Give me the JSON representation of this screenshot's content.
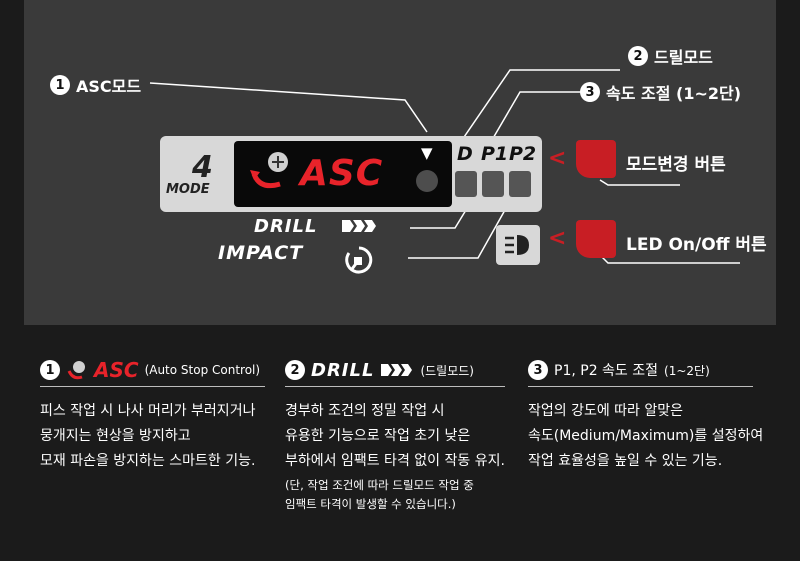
{
  "callouts": {
    "asc": {
      "num": "1",
      "label": "ASC모드"
    },
    "drill": {
      "num": "2",
      "label": "드릴모드"
    },
    "speed": {
      "num": "3",
      "label": "속도 조절 (1~2단)"
    }
  },
  "panel": {
    "mode_number": "4",
    "mode_word": "MODE",
    "lcd_text": "ASC",
    "arrow_glyph": "▼",
    "slots": [
      "D",
      "P1",
      "P2"
    ],
    "drill_label": "DRILL",
    "impact_label": "IMPACT"
  },
  "buttons": {
    "mode_change": "모드변경 버튼",
    "led": "LED On/Off 버튼"
  },
  "columns": [
    {
      "num": "1",
      "title": "ASC",
      "subtitle": "(Auto Stop Control)",
      "lines": [
        "피스 작업 시 나사 머리가 부러지거나",
        "뭉개지는 현상을 방지하고",
        "모재 파손을 방지하는 스마트한 기능."
      ]
    },
    {
      "num": "2",
      "title": "DRILL",
      "subtitle": "(드릴모드)",
      "lines": [
        "경부하 조건의 정밀 작업 시",
        "유용한 기능으로 작업 초기 낮은",
        "부하에서 임팩트 타격 없이 작동 유지."
      ],
      "note": [
        "(단, 작업 조건에 따라 드릴모드 작업 중",
        "임팩트 타격이 발생할 수 있습니다.)"
      ]
    },
    {
      "num": "3",
      "title": "P1, P2 속도 조절",
      "subtitle": "(1~2단)",
      "lines": [
        "작업의 강도에 따라 알맞은",
        "속도(Medium/Maximum)를 설정하여",
        "작업 효율성을 높일 수 있는 기능."
      ]
    }
  ],
  "colors": {
    "accent_red": "#e8232a",
    "button_red": "#c81e24",
    "background": "#1b1b1b",
    "panel_bg": "#3a3a3a"
  },
  "icons": [
    "screw-icon",
    "drill-bars-icon",
    "impact-hammer-icon",
    "headlight-icon",
    "chevron-left-icon"
  ]
}
